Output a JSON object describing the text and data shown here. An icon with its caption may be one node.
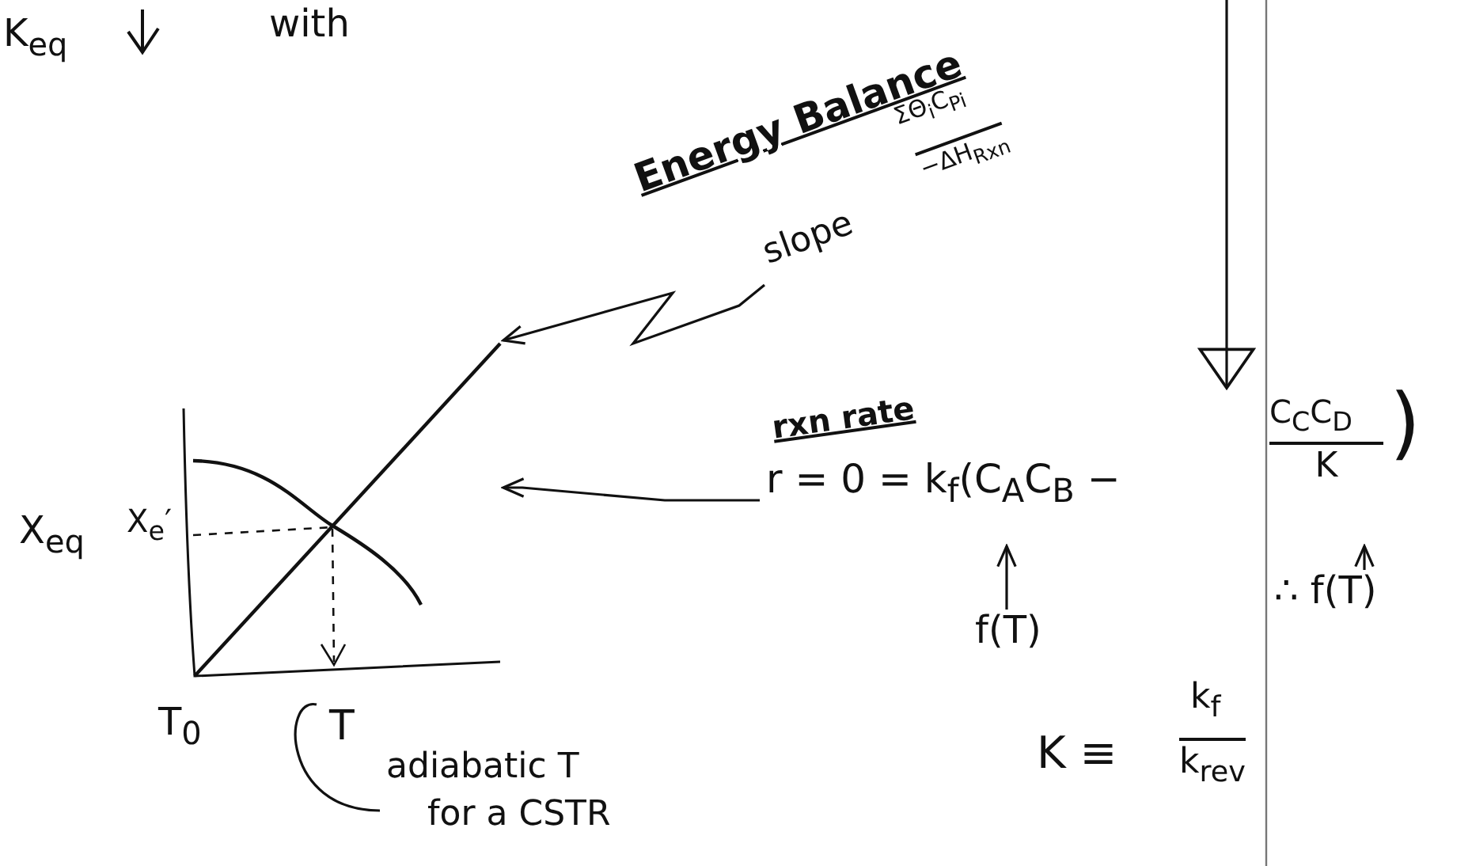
{
  "diagram": {
    "nodes": [
      {
        "text": [
          "slope"
        ]
      },
      {
        "text": [
          "rxn rate",
          "r = 0 = k$_{f}$(C$_{A}$C$_{B}$ −",
          "C$_{C}$C$_{D}$",
          "K",
          ")"
        ]
      },
      {
        "text": [
          "f(T)"
        ]
      },
      {
        "text": [
          "∴ f(T)"
        ]
      },
      {
        "text": [
          "T"
        ]
      },
      {
        "text": [
          "adiabatic T",
          "for a CSTR"
        ]
      },
      {
        "text": [],
        "shape": "picture"
      }
    ],
    "edges": [
      {
        "from": 0,
        "to": 6,
        "arrow": "to"
      },
      {
        "from": 1,
        "to": 6,
        "arrow": "to"
      },
      {
        "from": null,
        "to": 1,
        "arrow": "to"
      },
      {
        "from": 2,
        "to": 1,
        "arrow": "to"
      },
      {
        "from": 3,
        "to": 1,
        "arrow": "to"
      },
      {
        "from": 5,
        "to": 4,
        "arrow": "none"
      }
    ],
    "labels": [
      "K$_{eq}$",
      "with",
      "Energy Balance",
      "ΣΘ$_{i}$C$_{Pi}$",
      "−ΔH$_{Rxn}$",
      "X$_{eq}$",
      "X$_{e}$′",
      "T$_{0}$",
      "K ≡",
      "k$_{f}$",
      "k$_{rev}$"
    ]
  }
}
